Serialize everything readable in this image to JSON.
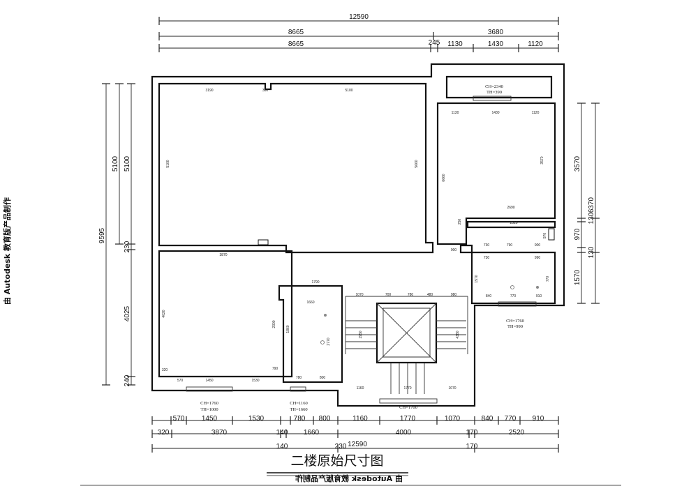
{
  "title": "二楼原始尺寸图",
  "watermark": {
    "left": "由 Autodesk 教育版产品制作",
    "bottom": "由 Autodesk 教育版产品制作"
  },
  "dimensions": {
    "top_total": "12590",
    "top_row2": [
      "8665",
      "3680"
    ],
    "top_row3": [
      "8665",
      "245",
      "1130",
      "1430",
      "1120"
    ],
    "left_outer": "9595",
    "left_inner": [
      "5100",
      "230",
      "4025",
      "240"
    ],
    "left_mid": "5100",
    "right_outer": [
      "3570",
      "130",
      "970",
      "130",
      "1570"
    ],
    "right_side": "6370",
    "bottom_row1": [
      "570",
      "1450",
      "1530",
      "780",
      "800",
      "1160",
      "1770",
      "1070",
      "840",
      "770",
      "910"
    ],
    "bottom_row2": [
      "320",
      "3870",
      "140",
      "1660",
      "4000",
      "170",
      "2520"
    ],
    "bottom_row3": [
      "140",
      "230",
      "12590",
      "170"
    ]
  },
  "interior_dims": {
    "room1": [
      "3190",
      "380",
      "5100",
      "5100",
      "5660"
    ],
    "room2": [
      "1130",
      "1430",
      "1120",
      "6660",
      "3570",
      "2690",
      "2510"
    ],
    "room3": [
      "3870",
      "4020",
      "320",
      "570",
      "1450",
      "1530"
    ],
    "room4": [
      "1790",
      "1660",
      "2300",
      "2770",
      "1860",
      "790",
      "780",
      "800"
    ],
    "stair": [
      "1070",
      "700",
      "780",
      "480",
      "980",
      "1950",
      "4380",
      "1160",
      "1770",
      "1070"
    ],
    "room5": [
      "730",
      "790",
      "900",
      "730",
      "990",
      "1570",
      "840",
      "770",
      "910",
      "770",
      "250",
      "900",
      "970"
    ]
  },
  "notes": {
    "window_top": [
      "CH=2340",
      "TH=390"
    ],
    "window_right": [
      "CH=1760",
      "TH=990"
    ],
    "window_left": [
      "CH=1760",
      "TH=1000"
    ],
    "window_mid": [
      "CH=1160",
      "TH=1660"
    ],
    "window_stair": "CH=1700"
  }
}
